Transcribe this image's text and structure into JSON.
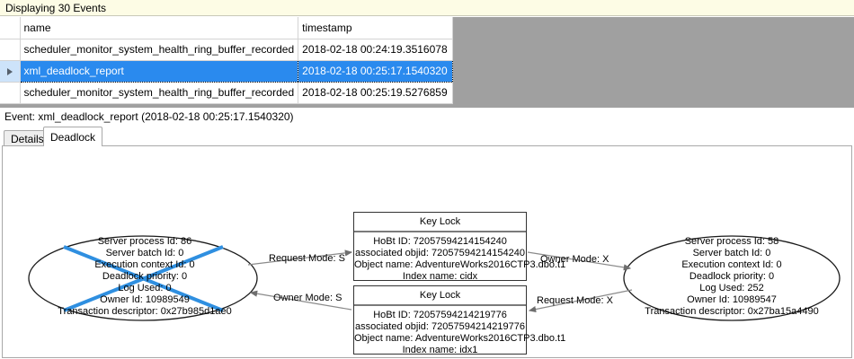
{
  "banner": {
    "text": "Displaying 30 Events"
  },
  "grid": {
    "columns": [
      "",
      "name",
      "timestamp"
    ],
    "rows": [
      {
        "selected": false,
        "marker": "",
        "name": "scheduler_monitor_system_health_ring_buffer_recorded",
        "timestamp": "2018-02-18 00:24:19.3516078"
      },
      {
        "selected": true,
        "marker": "row-selector-arrow-icon",
        "name": "xml_deadlock_report",
        "timestamp": "2018-02-18 00:25:17.1540320"
      },
      {
        "selected": false,
        "marker": "",
        "name": "scheduler_monitor_system_health_ring_buffer_recorded",
        "timestamp": "2018-02-18 00:25:19.5276859"
      }
    ]
  },
  "event_header": {
    "text": "Event: xml_deadlock_report (2018-02-18 00:25:17.1540320)"
  },
  "tabs": [
    {
      "label": "Details",
      "active": false
    },
    {
      "label": "Deadlock",
      "active": true
    }
  ],
  "deadlock_graph": {
    "victim_marker_color": "#2f8fe0",
    "process_left": {
      "is_victim": true,
      "lines": [
        "Server process Id: 86",
        "Server batch Id: 0",
        "Execution context Id: 0",
        "Deadlock priority: 0",
        "Log Used: 0",
        "Owner Id: 10989549",
        "Transaction descriptor: 0x27b985d1ae0"
      ]
    },
    "process_right": {
      "is_victim": false,
      "lines": [
        "Server process Id: 58",
        "Server batch Id: 0",
        "Execution context Id: 0",
        "Deadlock priority: 0",
        "Log Used: 252",
        "Owner Id: 10989547",
        "Transaction descriptor: 0x27ba15a4490"
      ]
    },
    "lock_top": {
      "title": "Key Lock",
      "lines": [
        "HoBt ID: 72057594214154240",
        "associated objid: 72057594214154240",
        "Object name: AdventureWorks2016CTP3.dbo.t1",
        "Index name: cidx"
      ]
    },
    "lock_bottom": {
      "title": "Key Lock",
      "lines": [
        "HoBt ID: 72057594214219776",
        "associated objid: 72057594214219776",
        "Object name: AdventureWorks2016CTP3.dbo.t1",
        "Index name: idx1"
      ]
    },
    "edges": {
      "request_s": "Request Mode: S",
      "owner_x": "Owner Mode: X",
      "owner_s": "Owner Mode: S",
      "request_x": "Request Mode: X"
    }
  }
}
